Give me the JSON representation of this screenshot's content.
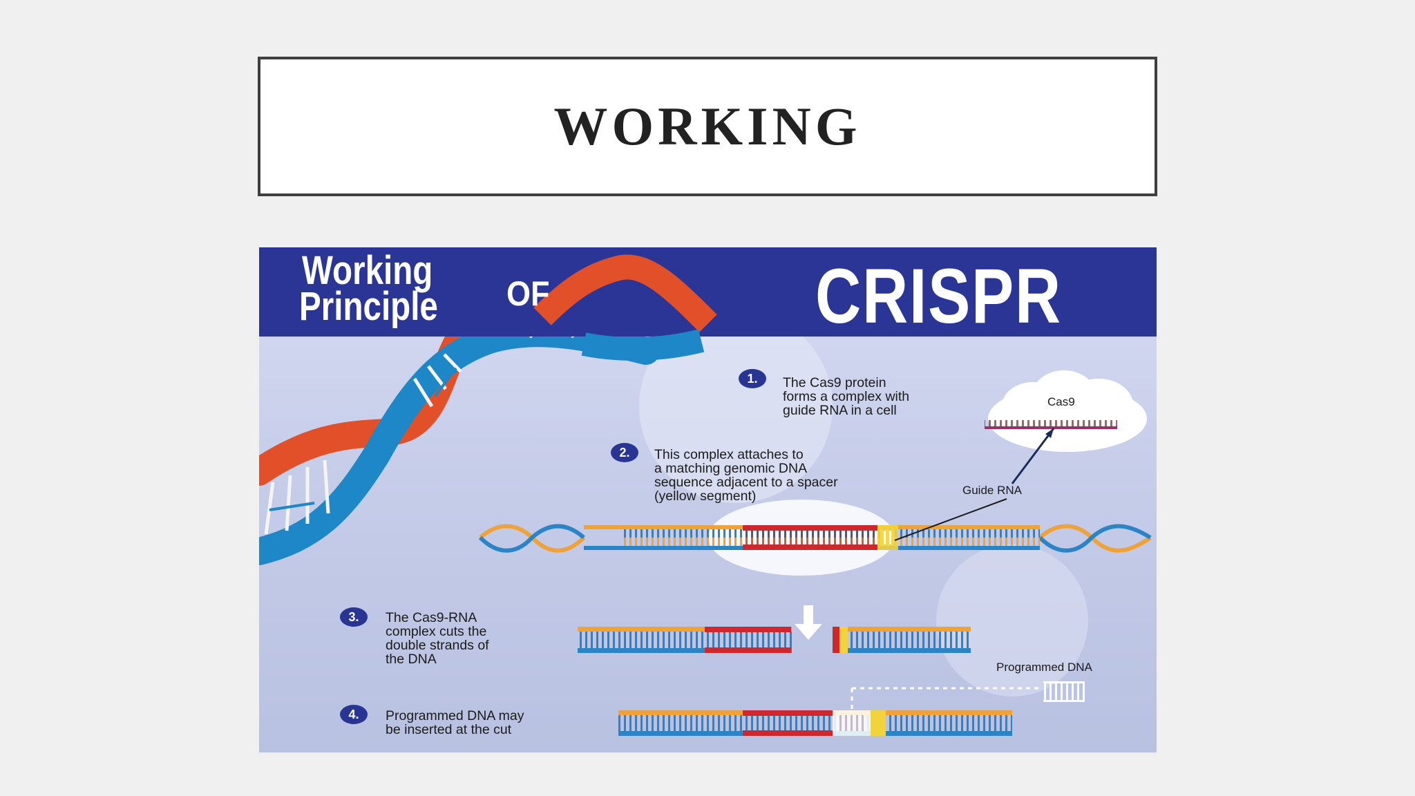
{
  "slide": {
    "title": "WORKING"
  },
  "infographic": {
    "heading_line1": "Working",
    "heading_line2": "Principle",
    "heading_of": "OF",
    "heading_crispr": "CRISPR",
    "steps": [
      {
        "number": "1.",
        "text": "The Cas9 protein\nforms a complex with\nguide RNA in a cell"
      },
      {
        "number": "2.",
        "text": "This complex attaches to\na matching genomic DNA\nsequence adjacent to a spacer\n(yellow segment)"
      },
      {
        "number": "3.",
        "text": "The Cas9-RNA\ncomplex cuts the\ndouble strands of\nthe DNA"
      },
      {
        "number": "4.",
        "text": "Programmed DNA may\nbe inserted at the cut"
      }
    ],
    "labels": {
      "cas9": "Cas9",
      "guide_rna": "Guide RNA",
      "programmed_dna": "Programmed DNA"
    },
    "colors": {
      "banner": "#2b3595",
      "strand_orange": "#f0a23a",
      "strand_blue": "#2a84c6",
      "target_red": "#d0262e",
      "spacer_yellow": "#f3d33c"
    }
  }
}
